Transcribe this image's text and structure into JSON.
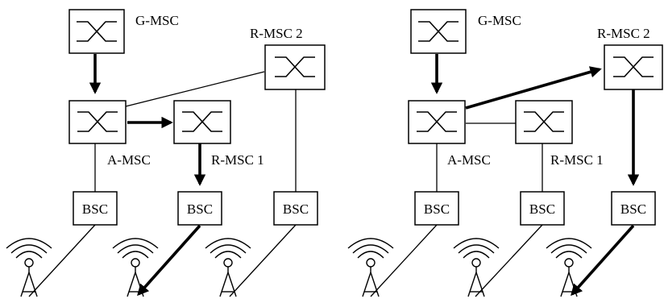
{
  "panels": [
    {
      "msc_labels": {
        "g_msc": "G-MSC",
        "a_msc": "A-MSC",
        "r_msc_1": "R-MSC 1",
        "r_msc_2": "R-MSC 2"
      },
      "bsc_labels": [
        "BSC",
        "BSC",
        "BSC"
      ]
    },
    {
      "msc_labels": {
        "g_msc": "G-MSC",
        "a_msc": "A-MSC",
        "r_msc_1": "R-MSC 1",
        "r_msc_2": "R-MSC 2"
      },
      "bsc_labels": [
        "BSC",
        "BSC",
        "BSC"
      ]
    }
  ],
  "colors": {
    "stroke": "#000000",
    "background": "#ffffff"
  }
}
